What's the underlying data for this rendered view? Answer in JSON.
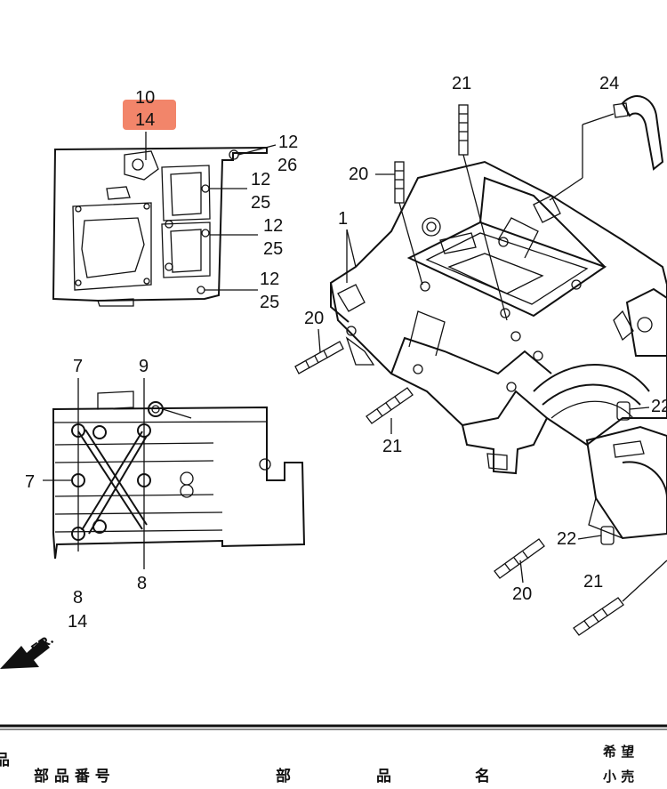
{
  "highlight_color": "#f07050",
  "callouts": {
    "gasket_top_10": "10",
    "gasket_top_14": "14",
    "gasket_r1_a": "12",
    "gasket_r1_b": "26",
    "gasket_r2_a": "12",
    "gasket_r2_b": "25",
    "gasket_r3_a": "12",
    "gasket_r3_b": "25",
    "gasket_r4_a": "12",
    "gasket_r4_b": "25",
    "plate_7_top": "7",
    "plate_9_top": "9",
    "plate_7_left": "7",
    "plate_8_bl": "8",
    "plate_8_br": "8",
    "plate_14_bottom": "14",
    "case_21_top": "21",
    "case_24": "24",
    "case_20_left": "20",
    "case_1": "1",
    "case_20_mid": "20",
    "case_21_mid": "21",
    "case_22_right": "22",
    "case_22_low": "22",
    "case_20_low": "20",
    "case_21_low": "21"
  },
  "front_arrow": "FR.",
  "table_header": {
    "col1": "部 品 番 号",
    "col2": "部",
    "col3": "品",
    "col4": "名",
    "col5_top": "希 望",
    "col5_bottom": "小 売",
    "left_edge": "品"
  }
}
